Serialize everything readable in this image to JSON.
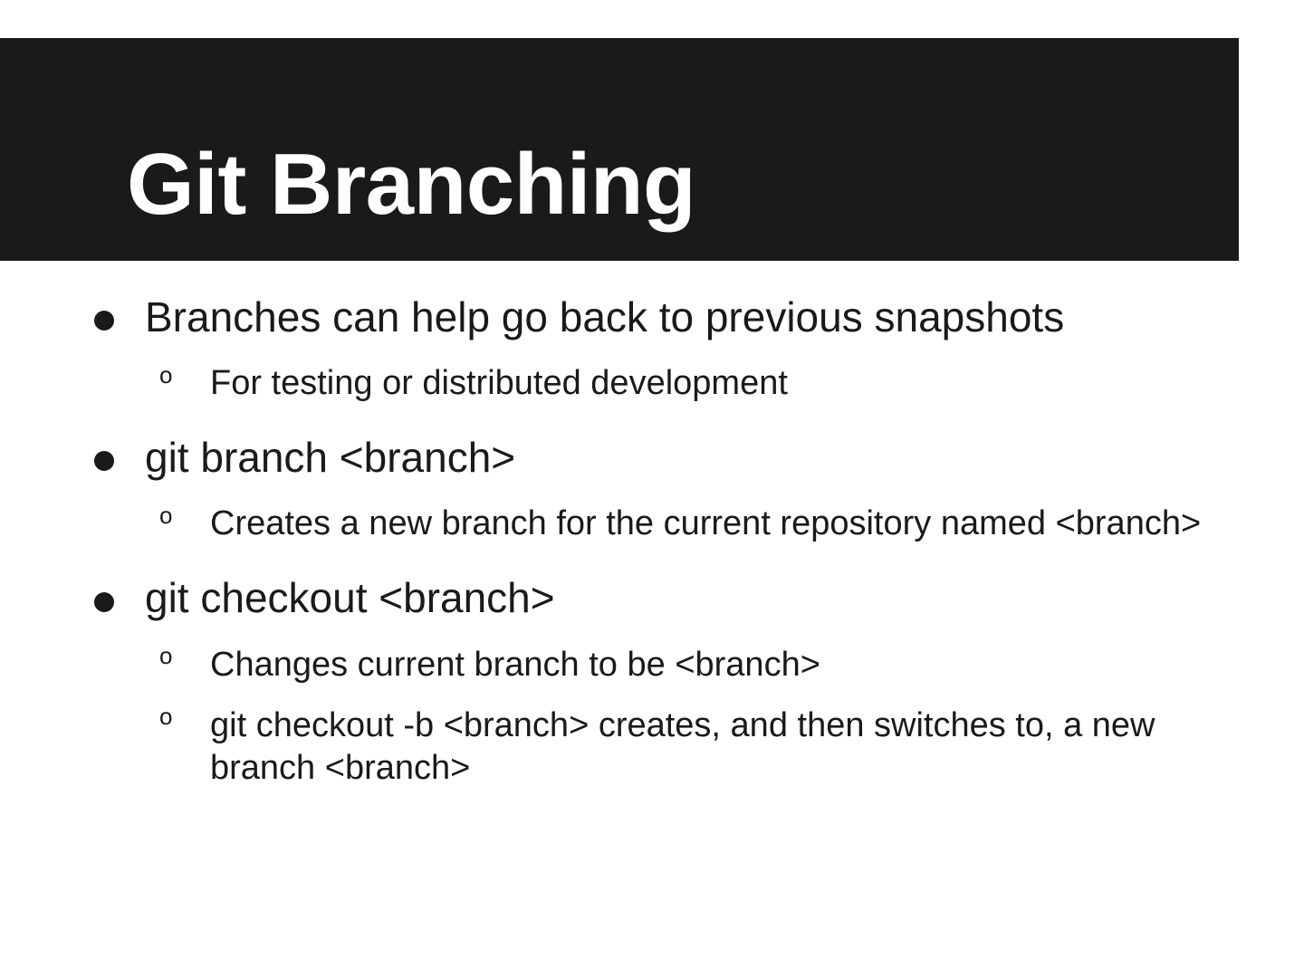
{
  "slide": {
    "title": "Git Branching",
    "banner_color": "#1a1a1a",
    "background_color": "#ffffff",
    "text_color": "#1a1a1a",
    "title_color": "#ffffff"
  },
  "bullets": [
    {
      "level1": "Branches can help go back to previous snapshots",
      "marker": "bullet-filled-circle",
      "sub": [
        {
          "text": "For testing or distributed development",
          "marker": "o"
        }
      ]
    },
    {
      "level1": "git branch <branch>",
      "marker": "bullet-filled-circle",
      "sub": [
        {
          "text": "Creates a new branch for the current repository named <branch>",
          "marker": "o"
        }
      ]
    },
    {
      "level1": "git checkout <branch>",
      "marker": "bullet-filled-circle",
      "sub": [
        {
          "text": "Changes current branch to be <branch>",
          "marker": "o"
        },
        {
          "text": "git checkout -b <branch> creates, and then switches to, a new branch <branch>",
          "marker": "o"
        }
      ]
    }
  ]
}
